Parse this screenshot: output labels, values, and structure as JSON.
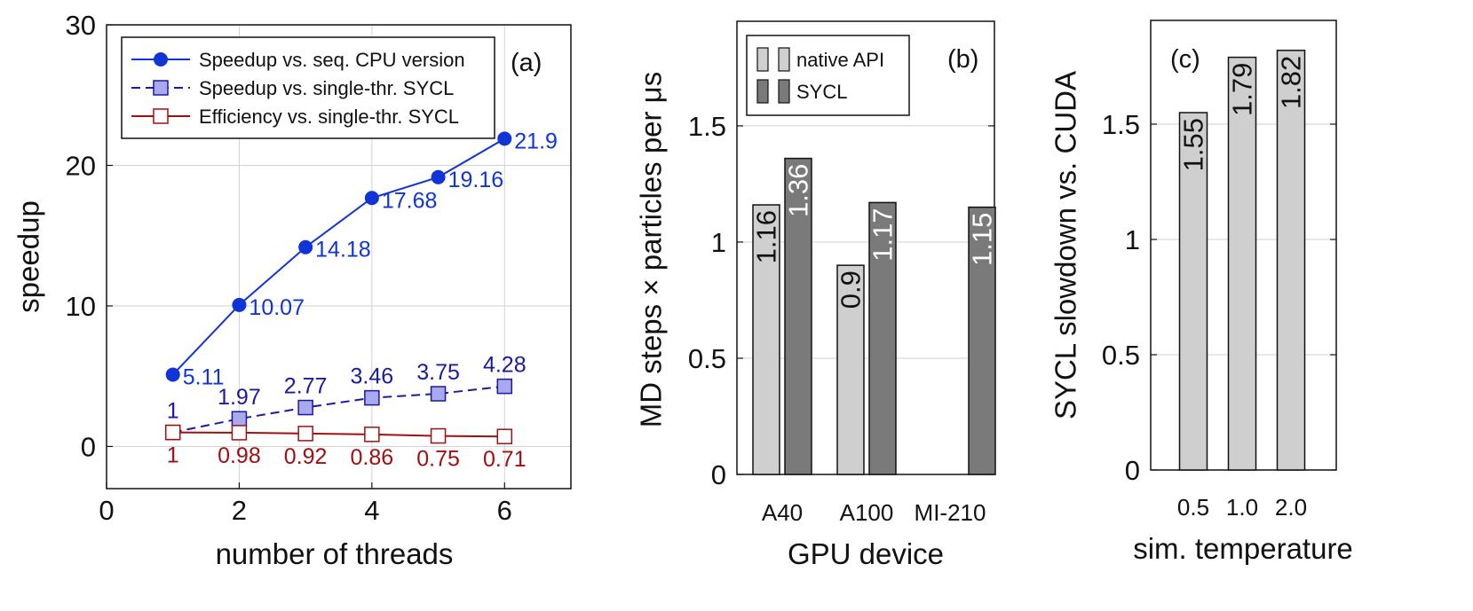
{
  "colors": {
    "speedup_cpu": "#1034d6",
    "speedup_sycl_line": "#1a1a9c",
    "speedup_sycl_fill": "#a9a9f0",
    "efficiency": "#a01010",
    "native_fill": "#cfcfcf",
    "sycl_fill": "#7a7a7a",
    "grid": "#d2d2d2",
    "axis": "#111111"
  },
  "chart_data": [
    {
      "panel": "(a)",
      "type": "line",
      "xlabel": "number of threads",
      "ylabel": "speedup",
      "xlim": [
        0,
        7
      ],
      "ylim": [
        -3,
        30
      ],
      "xticks": [
        0,
        2,
        4,
        6
      ],
      "yticks": [
        0,
        10,
        20,
        30
      ],
      "grid": true,
      "legend_position": "top-right",
      "series": [
        {
          "name": "Speedup vs. seq. CPU version",
          "x": [
            1,
            2,
            3,
            4,
            5,
            6
          ],
          "y": [
            5.11,
            10.07,
            14.18,
            17.68,
            19.16,
            21.9
          ],
          "labels": [
            "5.11",
            "10.07",
            "14.18",
            "17.68",
            "19.16",
            "21.9"
          ],
          "style": "solid",
          "marker": "filled-circle"
        },
        {
          "name": "Speedup vs. single-thr. SYCL",
          "x": [
            1,
            2,
            3,
            4,
            5,
            6
          ],
          "y": [
            1,
            1.97,
            2.77,
            3.46,
            3.75,
            4.28
          ],
          "labels": [
            "1",
            "1.97",
            "2.77",
            "3.46",
            "3.75",
            "4.28"
          ],
          "style": "dashed",
          "marker": "filled-square"
        },
        {
          "name": "Efficiency vs. single-thr. SYCL",
          "x": [
            1,
            2,
            3,
            4,
            5,
            6
          ],
          "y": [
            1,
            0.98,
            0.92,
            0.86,
            0.75,
            0.71
          ],
          "labels": [
            "1",
            "0.98",
            "0.92",
            "0.86",
            "0.75",
            "0.71"
          ],
          "style": "solid",
          "marker": "open-square"
        }
      ]
    },
    {
      "panel": "(b)",
      "type": "bar",
      "xlabel": "GPU device",
      "ylabel": "MD steps × particles per μs",
      "categories": [
        "A40",
        "A100",
        "MI-210"
      ],
      "ylim": [
        0,
        1.95
      ],
      "yticks": [
        "0",
        "0.5",
        "1",
        "1.5"
      ],
      "grid": true,
      "legend_position": "top-left",
      "series": [
        {
          "name": "native API",
          "values": [
            1.16,
            0.9,
            null
          ],
          "labels": [
            "1.16",
            "0.9",
            ""
          ]
        },
        {
          "name": "SYCL",
          "values": [
            1.36,
            1.17,
            1.15
          ],
          "labels": [
            "1.36",
            "1.17",
            "1.15"
          ]
        }
      ]
    },
    {
      "panel": "(c)",
      "type": "bar",
      "xlabel": "sim. temperature",
      "ylabel": "SYCL slowdown vs. CUDA",
      "categories": [
        "0.5",
        "1.0",
        "2.0"
      ],
      "ylim": [
        0,
        1.95
      ],
      "yticks": [
        "0",
        "0.5",
        "1",
        "1.5"
      ],
      "grid": true,
      "series": [
        {
          "values": [
            1.55,
            1.79,
            1.82
          ],
          "labels": [
            "1.55",
            "1.79",
            "1.82"
          ]
        }
      ]
    }
  ]
}
